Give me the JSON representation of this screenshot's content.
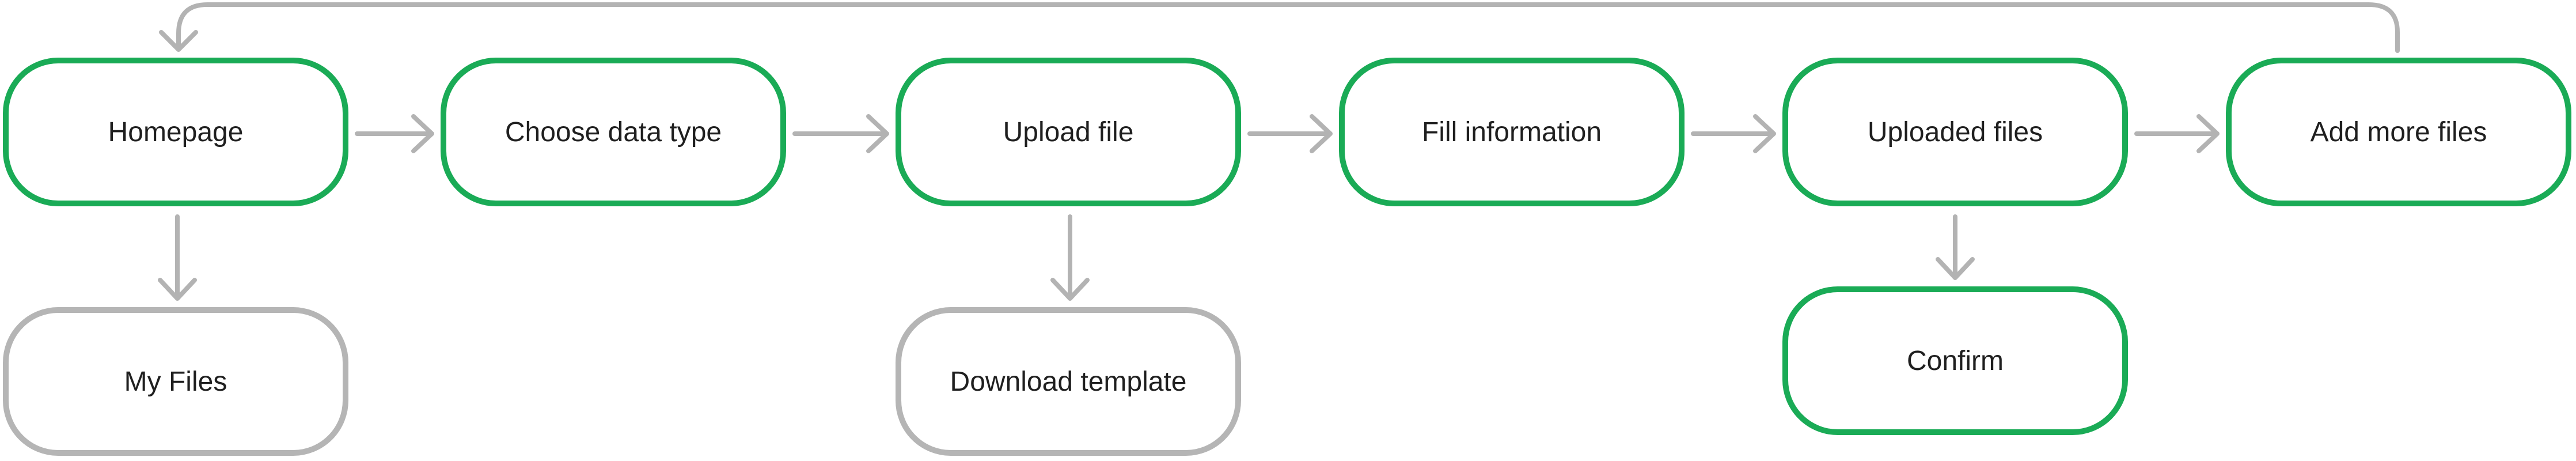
{
  "colors": {
    "primary_border": "#1aab56",
    "secondary_border": "#b5b5b5",
    "arrow": "#b3b3b3",
    "text": "#1f1f1f"
  },
  "nodes": {
    "homepage": "Homepage",
    "choose_data_type": "Choose data type",
    "upload_file": "Upload file",
    "fill_information": "Fill information",
    "uploaded_files": "Uploaded files",
    "add_more_files": "Add more files",
    "my_files": "My Files",
    "download_template": "Download template",
    "confirm": "Confirm"
  },
  "edges": [
    {
      "from": "homepage",
      "to": "choose_data_type"
    },
    {
      "from": "choose_data_type",
      "to": "upload_file"
    },
    {
      "from": "upload_file",
      "to": "fill_information"
    },
    {
      "from": "fill_information",
      "to": "uploaded_files"
    },
    {
      "from": "uploaded_files",
      "to": "add_more_files"
    },
    {
      "from": "homepage",
      "to": "my_files"
    },
    {
      "from": "upload_file",
      "to": "download_template"
    },
    {
      "from": "uploaded_files",
      "to": "confirm"
    },
    {
      "from": "add_more_files",
      "to": "homepage"
    }
  ]
}
